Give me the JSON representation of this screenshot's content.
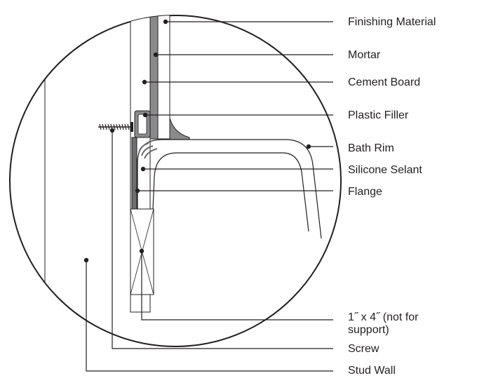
{
  "diagram": {
    "labels": {
      "finishing_material": "Finishing Material",
      "mortar": "Mortar",
      "cement_board": "Cement Board",
      "plastic_filler": "Plastic Filler",
      "bath_rim": "Bath Rim",
      "silicone_selant": "Silicone Selant",
      "flange": "Flange",
      "board_line1": "1˝ x 4˝ (not for",
      "board_line2": "support)",
      "screw": "Screw",
      "stud_wall": "Stud Wall"
    },
    "colors": {
      "line": "#231f20",
      "mortar_gray": "#8a8a8c",
      "flange_gray": "#6d6e71",
      "background": "#ffffff"
    }
  }
}
